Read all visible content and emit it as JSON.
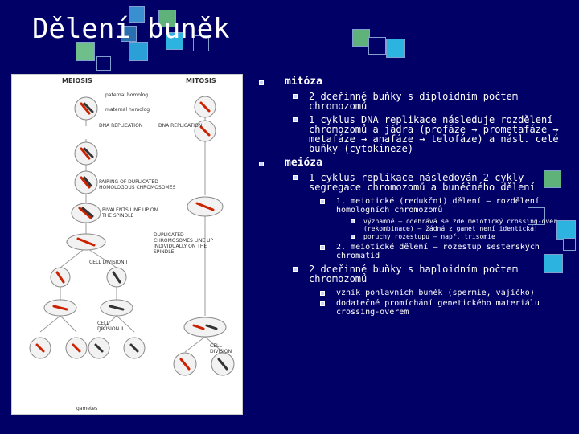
{
  "slide": {
    "title": "Dělení buněk"
  },
  "figure": {
    "labels": {
      "meiosis": "MEIOSIS",
      "mitosis": "MITOSIS",
      "paternal": "paternal homolog",
      "maternal": "maternal homolog",
      "dna_rep_left": "DNA REPLICATION",
      "dna_rep_right": "DNA REPLICATION",
      "pairing": "PAIRING OF DUPLICATED HOMOLOGOUS CHROMOSOMES",
      "bivalents": "BIVALENTS LINE UP ON THE SPINDLE",
      "duplicated": "DUPLICATED CHROMOSOMES LINE UP INDIVIDUALLY ON THE SPINDLE",
      "div1": "CELL DIVISION I",
      "div2": "CELL DIVISION II",
      "div_right": "CELL DIVISION",
      "gametes": "gametes"
    }
  },
  "content": {
    "mitoza": {
      "heading": "mitóza",
      "items": [
        "2 dceřinné buňky s diploidním počtem chromozomů",
        "1 cyklus DNA replikace následuje rozdělení chromozomů a jádra (profáze → prometafáze → metafáze → anafáze → telofáze) a násl. celé buňky (cytokineze)"
      ]
    },
    "meioza": {
      "heading": "meióza",
      "item1": "1 cyklus replikace následován 2 cykly segregace chromozomů a buněčného dělení",
      "sub1": "1. meiotické (redukční) dělení – rozdělení homologních chromozomů",
      "sub1_items": [
        "významné – odehrává se zde meiotický crossing-over (rekombinace) – žádná z gamet není identická!",
        "poruchy rozestupu – např. trisomie"
      ],
      "sub2": "2. meiotické dělení – rozestup sesterských chromatid",
      "item2": "2 dceřinné buňky s haploidním počtem chromozomů",
      "item2_subs": [
        "vznik pohlavních buněk (spermie, vajíčko)",
        "dodatečné promíchání genetického materiálu crossing-overem"
      ]
    }
  },
  "colors": {
    "background": "#000066",
    "deco_blue": "#0099cc",
    "deco_green": "#66aa77",
    "deco_light": "#9fc4e8"
  }
}
